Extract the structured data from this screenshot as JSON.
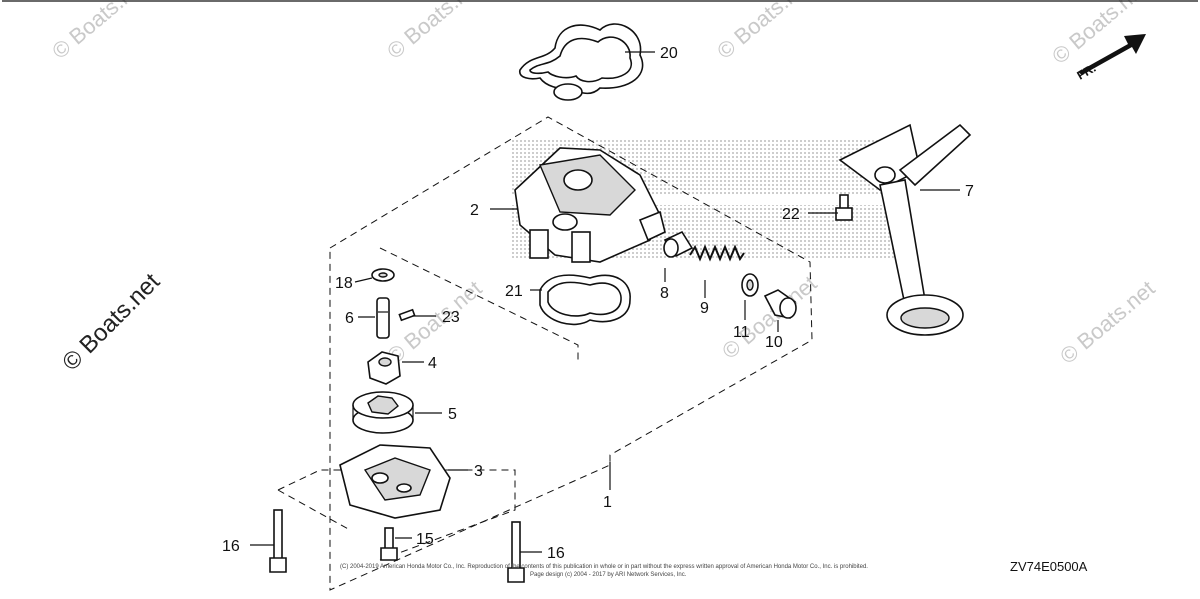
{
  "diagram": {
    "watermark": "© Boats.net",
    "part_labels": {
      "p1": "1",
      "p2": "2",
      "p3": "3",
      "p4": "4",
      "p5": "5",
      "p6": "6",
      "p7": "7",
      "p8": "8",
      "p9": "9",
      "p10": "10",
      "p11": "11",
      "p15": "15",
      "p16a": "16",
      "p16b": "16",
      "p18": "18",
      "p20": "20",
      "p21": "21",
      "p22": "22",
      "p23": "23"
    },
    "direction_label": "FR.",
    "diagram_code": "ZV74E0500A",
    "copyright_line1": "(C) 2004-2019 American Honda Motor Co., Inc. Reproduction of the contents of this publication in whole or in part without the express written approval of American Honda Motor Co., Inc. is prohibited.",
    "copyright_line2": "Page design (c) 2004 - 2017 by ARI Network Services, Inc."
  }
}
